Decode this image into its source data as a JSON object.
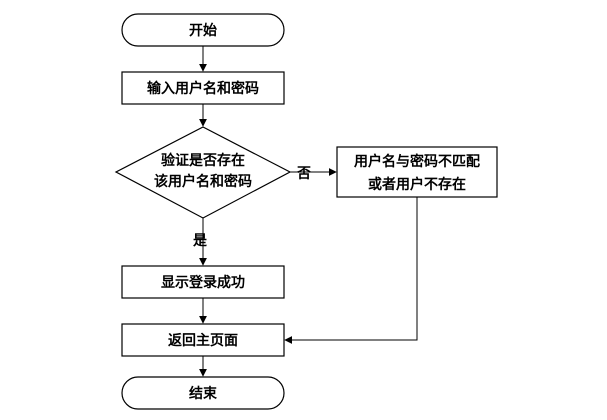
{
  "nodes": {
    "start": {
      "label": "开始"
    },
    "input": {
      "label": "输入用户名和密码"
    },
    "check": {
      "line1": "验证是否存在",
      "line2": "该用户名和密码"
    },
    "error": {
      "line1": "用户名与密码不匹配",
      "line2": "或者用户不存在"
    },
    "success": {
      "label": "显示登录成功"
    },
    "back": {
      "label": "返回主页面"
    },
    "end": {
      "label": "结束"
    }
  },
  "edges": {
    "no_label": "否",
    "yes_label": "是"
  }
}
